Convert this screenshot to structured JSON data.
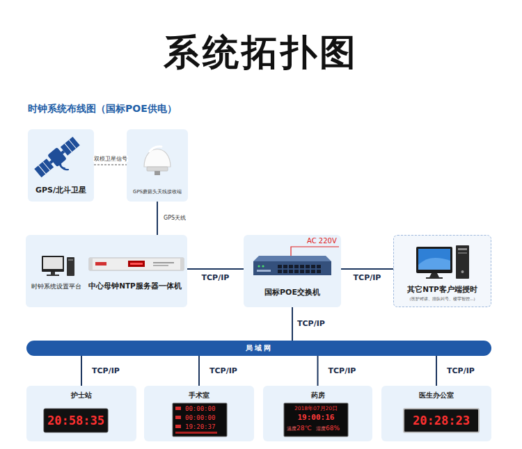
{
  "diagram": {
    "title": "系统拓扑图",
    "nodes": [
      {
        "text": [
          "GPS/北斗卫星"
        ]
      },
      {
        "text": [
          "GPS蘑菇头天线接收端"
        ]
      },
      {
        "text": [
          "时钟系统设置平台",
          "中心母钟NTP服务器一体机"
        ]
      },
      {
        "text": [
          "国标POE交换机"
        ]
      },
      {
        "text": [
          "其它NTP客户端授时",
          "（医护对讲、排队叫号、楼宇智控...）"
        ]
      },
      {
        "text": [
          "局域网"
        ]
      },
      {
        "text": [
          "护士站"
        ]
      },
      {
        "text": [
          "手术室"
        ]
      },
      {
        "text": [
          "药房"
        ]
      },
      {
        "text": [
          "医生办公室"
        ]
      }
    ],
    "edges": [
      {
        "from": 0,
        "to": 1,
        "label": "双模卫星信号",
        "arrow": "none"
      },
      {
        "from": 1,
        "to": 2,
        "label": "GPS天线",
        "arrow": "none"
      },
      {
        "from": 2,
        "to": 3,
        "label": "TCP/IP",
        "arrow": "none"
      },
      {
        "from": 3,
        "to": 4,
        "label": "TCP/IP",
        "arrow": "none"
      },
      {
        "from": 3,
        "to": 5,
        "label": "TCP/IP",
        "arrow": "none"
      },
      {
        "from": 5,
        "to": 6,
        "label": "TCP/IP",
        "arrow": "none"
      },
      {
        "from": 5,
        "to": 7,
        "label": "TCP/IP",
        "arrow": "none"
      },
      {
        "from": 5,
        "to": 8,
        "label": "TCP/IP",
        "arrow": "none"
      },
      {
        "from": 5,
        "to": 9,
        "label": "TCP/IP",
        "arrow": "none"
      }
    ],
    "labels": [
      "时钟系统布线图（国标POE供电）",
      "AC 220V",
      "20:58:35",
      "00:00:00",
      "00:00:00",
      "19:20:37",
      "2018年07月20日",
      "19:00:16",
      "温度",
      "28℃",
      "湿度",
      "68%",
      "20:28:23"
    ]
  }
}
